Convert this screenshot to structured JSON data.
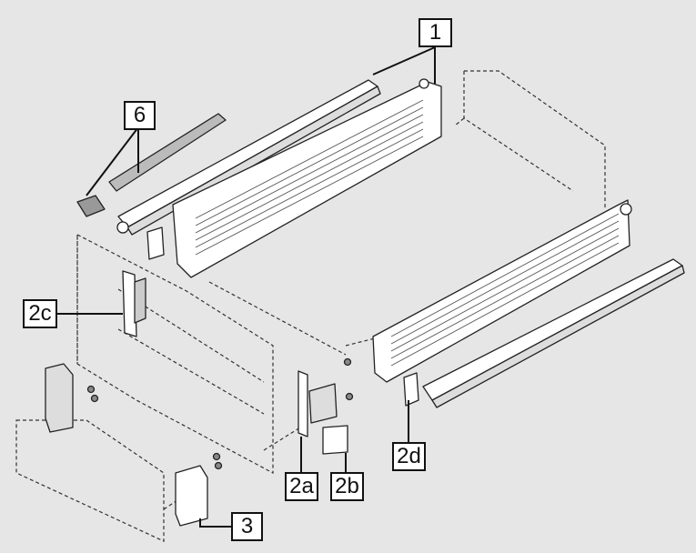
{
  "diagram": {
    "colors": {
      "background": "#e6e6e6",
      "line": "#222222",
      "part_fill": "#ffffff"
    },
    "labels": {
      "part_1": "1",
      "part_6": "6",
      "part_2c": "2c",
      "part_2a": "2a",
      "part_2b": "2b",
      "part_2d": "2d",
      "part_3": "3"
    }
  }
}
